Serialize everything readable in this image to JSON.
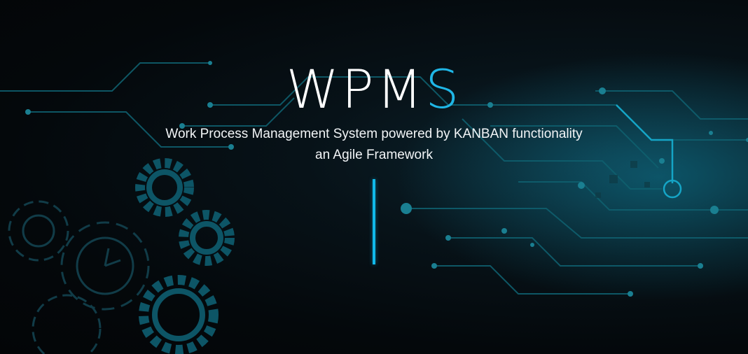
{
  "logo": {
    "prefix": "WPM",
    "accent_letter": "S"
  },
  "tagline": {
    "line1": "Work Process Management System powered by KANBAN functionality",
    "line2": "an Agile Framework"
  },
  "colors": {
    "accent": "#1fb6e6",
    "background": "#05080b",
    "circuit": "#0f5f6e",
    "gear": "#0d4a58"
  },
  "icons": [
    "gears-icon",
    "circuit-board-icon"
  ]
}
